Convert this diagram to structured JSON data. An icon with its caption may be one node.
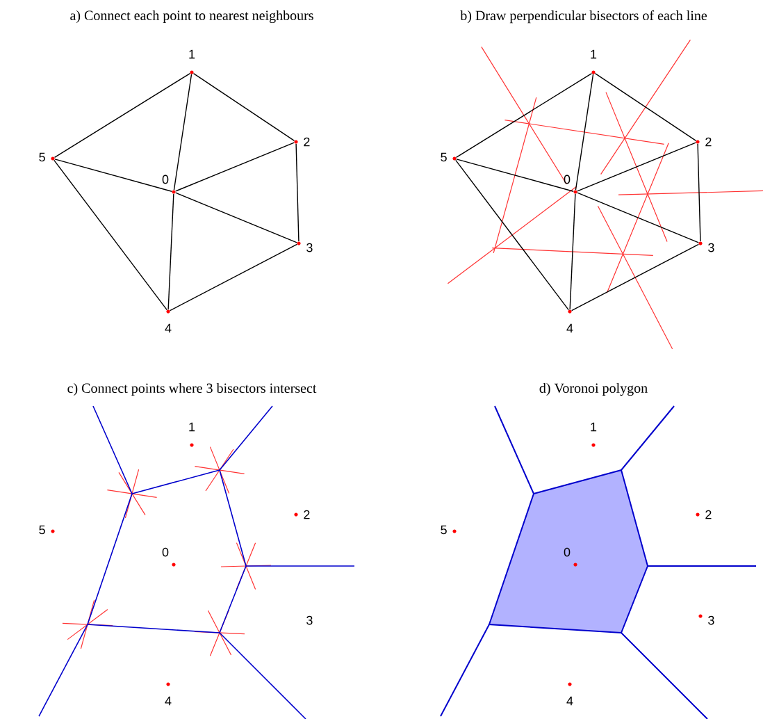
{
  "diagram": {
    "nodes": [
      {
        "text": [
          "0"
        ]
      },
      {
        "text": [
          "1"
        ]
      },
      {
        "text": [
          "2"
        ]
      },
      {
        "text": [
          "3"
        ]
      },
      {
        "text": [
          "4"
        ]
      },
      {
        "text": [
          "5"
        ]
      },
      {
        "text": [
          "0"
        ]
      },
      {
        "text": [
          "1"
        ]
      },
      {
        "text": [
          "2"
        ]
      },
      {
        "text": [
          "3"
        ]
      },
      {
        "text": [
          "4"
        ]
      },
      {
        "text": [
          "5"
        ]
      },
      {
        "text": [
          "0"
        ]
      },
      {
        "text": [
          "1"
        ]
      },
      {
        "text": [
          "2"
        ]
      },
      {
        "text": [
          "3"
        ]
      },
      {
        "text": [
          "4"
        ]
      },
      {
        "text": [
          "5"
        ]
      },
      {
        "text": [
          "0"
        ]
      },
      {
        "text": [
          "1"
        ]
      },
      {
        "text": [
          "2"
        ]
      },
      {
        "text": [
          "3"
        ]
      },
      {
        "text": [
          "4"
        ]
      },
      {
        "text": [
          "5"
        ]
      }
    ],
    "edges": [
      {
        "from": 5,
        "to": 1,
        "arrow": "none"
      },
      {
        "from": 1,
        "to": 2,
        "arrow": "none"
      },
      {
        "from": 2,
        "to": 3,
        "arrow": "none"
      },
      {
        "from": 3,
        "to": 4,
        "arrow": "none"
      },
      {
        "from": 4,
        "to": 5,
        "arrow": "none"
      },
      {
        "from": 0,
        "to": 1,
        "arrow": "none"
      },
      {
        "from": 0,
        "to": 2,
        "arrow": "none"
      },
      {
        "from": 0,
        "to": 3,
        "arrow": "none"
      },
      {
        "from": 0,
        "to": 4,
        "arrow": "none"
      },
      {
        "from": 0,
        "to": 5,
        "arrow": "none"
      },
      {
        "from": 11,
        "to": 7,
        "arrow": "none"
      },
      {
        "from": 7,
        "to": 8,
        "arrow": "none"
      },
      {
        "from": 8,
        "to": 9,
        "arrow": "none"
      },
      {
        "from": 9,
        "to": 10,
        "arrow": "none"
      },
      {
        "from": 10,
        "to": 11,
        "arrow": "none"
      },
      {
        "from": 6,
        "to": 7,
        "arrow": "none"
      },
      {
        "from": 6,
        "to": 8,
        "arrow": "none"
      },
      {
        "from": 6,
        "to": 9,
        "arrow": "none"
      },
      {
        "from": 6,
        "to": 10,
        "arrow": "none"
      },
      {
        "from": 6,
        "to": 11,
        "arrow": "none"
      }
    ],
    "labels": [
      "a) Connect each point to nearest neighbours",
      "b) Draw perpendicular bisectors of each line",
      "c) Connect points where 3 bisectors intersect",
      "d) Voronoi polygon"
    ]
  }
}
